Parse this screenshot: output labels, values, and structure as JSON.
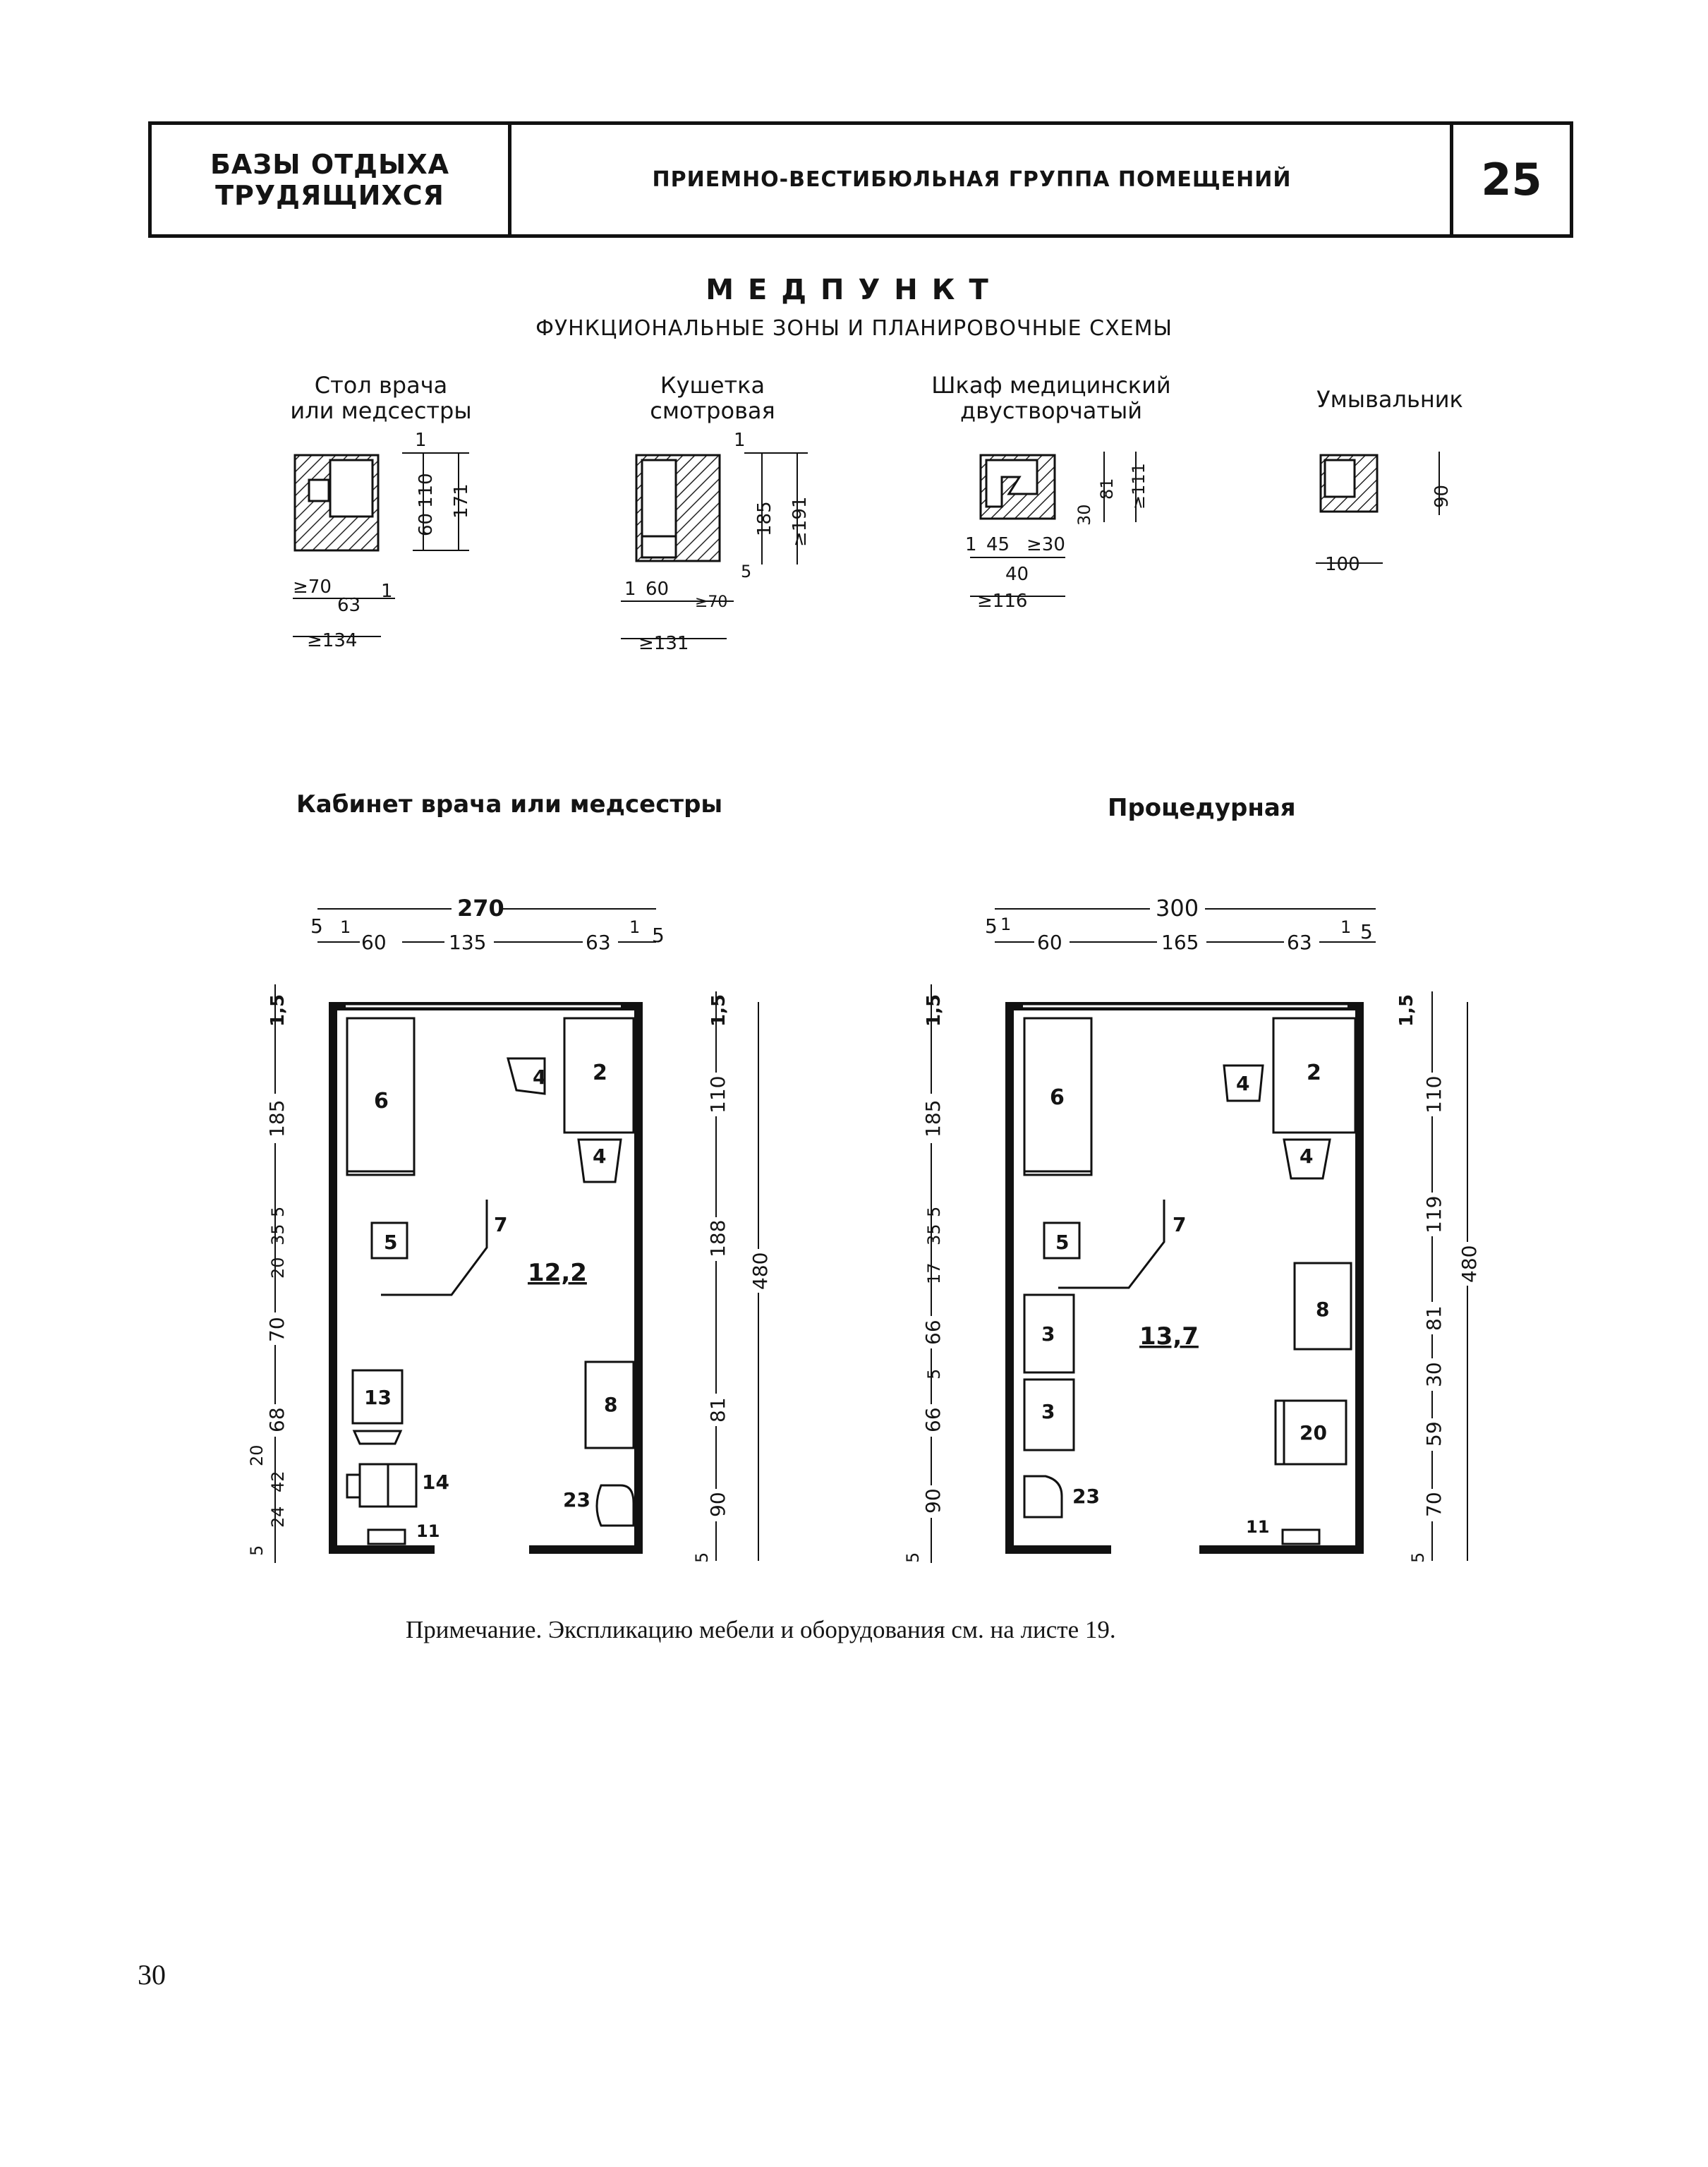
{
  "header": {
    "left_line1": "БАЗЫ ОТДЫХА",
    "left_line2": "ТРУДЯЩИХСЯ",
    "middle": "ПРИЕМНО-ВЕСТИБЮЛЬНАЯ ГРУППА ПОМЕЩЕНИЙ",
    "sheet": "25"
  },
  "title": "МЕДПУНКТ",
  "subtitle": "ФУНКЦИОНАЛЬНЫЕ ЗОНЫ И ПЛАНИРОВОЧНЫЕ СХЕМЫ",
  "schemes": [
    {
      "line1": "Стол врача",
      "line2": "или медсестры",
      "dims": [
        "1",
        "60",
        "110",
        "171",
        "≥70",
        "63",
        "1",
        "≥134"
      ]
    },
    {
      "line1": "Кушетка",
      "line2": "смотровая",
      "dims": [
        "1",
        "185",
        "≥191",
        "5",
        "1",
        "60",
        "≥70",
        "≥131"
      ]
    },
    {
      "line1": "Шкаф медицинский",
      "line2": "двустворчатый",
      "dims": [
        "30",
        "81",
        "≥111",
        "1",
        "45",
        "≥30",
        "40",
        "≥116"
      ]
    },
    {
      "line1": "Умывальник",
      "line2": "",
      "dims": [
        "90",
        "100"
      ]
    }
  ],
  "plans": [
    {
      "label": "Кабинет врача или медсестры",
      "area": "12,2",
      "top_dims": {
        "total": "270",
        "left_outer": "5",
        "left_inner": "1",
        "seg1": "60",
        "seg2": "135",
        "seg3": "63",
        "right_inner": "1",
        "right_outer": "5"
      },
      "left_dims": [
        "1,5",
        "185",
        "5",
        "35",
        "20",
        "70",
        "68",
        "20",
        "42",
        "24",
        "5"
      ],
      "right_dims": [
        "1,5",
        "110",
        "188",
        "81",
        "90",
        "5",
        "480"
      ],
      "items": [
        "6",
        "4",
        "2",
        "4",
        "5",
        "7",
        "13",
        "8",
        "14",
        "23",
        "11"
      ]
    },
    {
      "label": "Процедурная",
      "area": "13,7",
      "top_dims": {
        "total": "300",
        "left_outer": "5",
        "left_inner": "1",
        "seg1": "60",
        "seg2": "165",
        "seg3": "63",
        "right_inner": "1",
        "right_outer": "5"
      },
      "left_dims": [
        "1,5",
        "185",
        "5",
        "35",
        "17",
        "66",
        "5",
        "66",
        "90",
        "5"
      ],
      "right_dims": [
        "1,5",
        "110",
        "119",
        "81",
        "30",
        "59",
        "70",
        "5",
        "480"
      ],
      "items": [
        "6",
        "4",
        "2",
        "4",
        "5",
        "7",
        "3",
        "3",
        "8",
        "20",
        "23",
        "11"
      ]
    }
  ],
  "note": "Примечание. Экспликацию мебели и оборудования см. на листе 19.",
  "page_number": "30"
}
